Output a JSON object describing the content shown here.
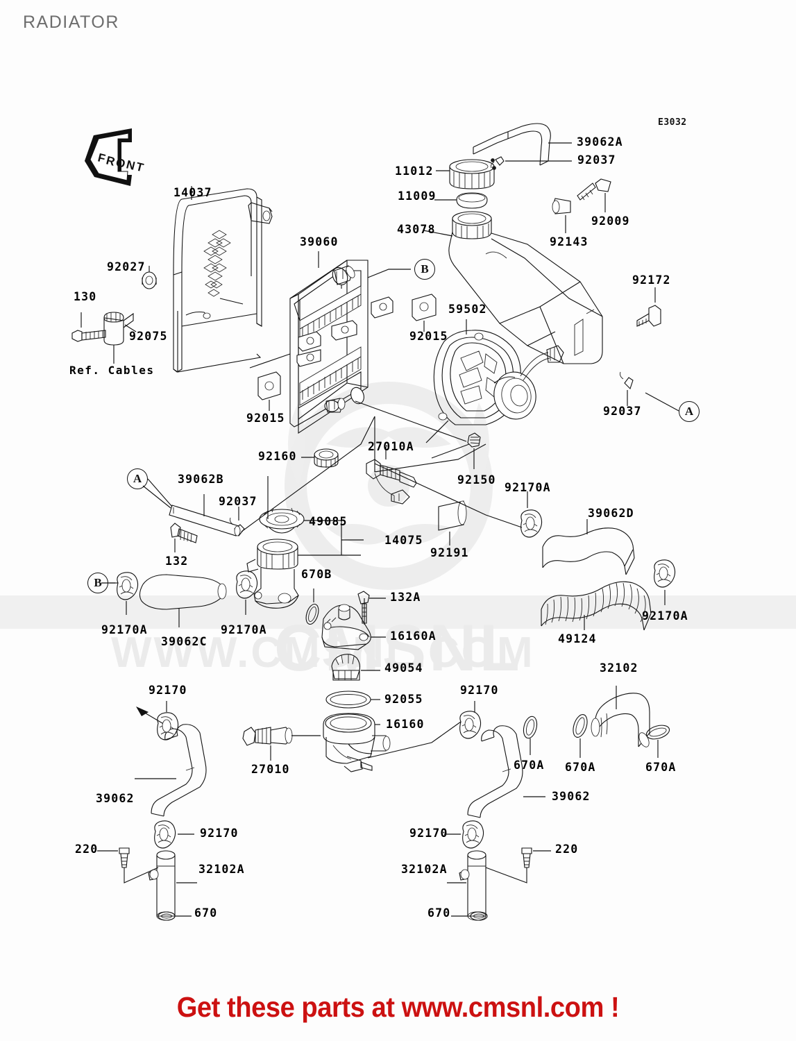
{
  "page": {
    "title": "RADIATOR",
    "drawing_code": "E3032",
    "banner": "Get these parts at www.cmsnl.com !",
    "watermark_primary": "CMSNL",
    "watermark_secondary": "WWW.CMSNL.COM",
    "front_arrow_label": "FRONT"
  },
  "reference_markers": [
    {
      "letter": "B",
      "id": "ref-b-top"
    },
    {
      "letter": "A",
      "id": "ref-a-right"
    },
    {
      "letter": "A",
      "id": "ref-a-mid"
    },
    {
      "letter": "B",
      "id": "ref-b-mid"
    }
  ],
  "notes": [
    {
      "text": "Ref. Cables",
      "id": "ref-cables-note"
    }
  ],
  "callouts": [
    {
      "id": "c-14037",
      "text": "14037"
    },
    {
      "id": "c-92027",
      "text": "92027"
    },
    {
      "id": "c-130",
      "text": "130"
    },
    {
      "id": "c-92075",
      "text": "92075"
    },
    {
      "id": "c-39060",
      "text": "39060"
    },
    {
      "id": "c-92015a",
      "text": "92015"
    },
    {
      "id": "c-92015b",
      "text": "92015"
    },
    {
      "id": "c-11012",
      "text": "11012"
    },
    {
      "id": "c-11009",
      "text": "11009"
    },
    {
      "id": "c-43078",
      "text": "43078"
    },
    {
      "id": "c-39062A",
      "text": "39062A"
    },
    {
      "id": "c-92037a",
      "text": "92037"
    },
    {
      "id": "c-92009",
      "text": "92009"
    },
    {
      "id": "c-92143",
      "text": "92143"
    },
    {
      "id": "c-92172",
      "text": "92172"
    },
    {
      "id": "c-59502",
      "text": "59502"
    },
    {
      "id": "c-92037b",
      "text": "92037"
    },
    {
      "id": "c-92160",
      "text": "92160"
    },
    {
      "id": "c-27010A",
      "text": "27010A"
    },
    {
      "id": "c-92150",
      "text": "92150"
    },
    {
      "id": "c-92170Ad",
      "text": "92170A"
    },
    {
      "id": "c-39062D",
      "text": "39062D"
    },
    {
      "id": "c-39062B",
      "text": "39062B"
    },
    {
      "id": "c-92037c",
      "text": "92037"
    },
    {
      "id": "c-132",
      "text": "132"
    },
    {
      "id": "c-49085",
      "text": "49085"
    },
    {
      "id": "c-14075",
      "text": "14075"
    },
    {
      "id": "c-92191",
      "text": "92191"
    },
    {
      "id": "c-670B",
      "text": "670B"
    },
    {
      "id": "c-132A",
      "text": "132A"
    },
    {
      "id": "c-16160A",
      "text": "16160A"
    },
    {
      "id": "c-49054",
      "text": "49054"
    },
    {
      "id": "c-92170Aa",
      "text": "92170A"
    },
    {
      "id": "c-39062C",
      "text": "39062C"
    },
    {
      "id": "c-92170Ab",
      "text": "92170A"
    },
    {
      "id": "c-92170Ac",
      "text": "92170A"
    },
    {
      "id": "c-49124",
      "text": "49124"
    },
    {
      "id": "c-92055",
      "text": "92055"
    },
    {
      "id": "c-16160",
      "text": "16160"
    },
    {
      "id": "c-92170a",
      "text": "92170"
    },
    {
      "id": "c-92170b",
      "text": "92170"
    },
    {
      "id": "c-27010",
      "text": "27010"
    },
    {
      "id": "c-32102",
      "text": "32102"
    },
    {
      "id": "c-670Aa",
      "text": "670A"
    },
    {
      "id": "c-670Ab",
      "text": "670A"
    },
    {
      "id": "c-670Ac",
      "text": "670A"
    },
    {
      "id": "c-39062a",
      "text": "39062"
    },
    {
      "id": "c-39062b",
      "text": "39062"
    },
    {
      "id": "c-92170c",
      "text": "92170"
    },
    {
      "id": "c-92170d",
      "text": "92170"
    },
    {
      "id": "c-220a",
      "text": "220"
    },
    {
      "id": "c-220b",
      "text": "220"
    },
    {
      "id": "c-32102Aa",
      "text": "32102A"
    },
    {
      "id": "c-32102Ab",
      "text": "32102A"
    },
    {
      "id": "c-670a",
      "text": "670"
    },
    {
      "id": "c-670b",
      "text": "670"
    }
  ]
}
